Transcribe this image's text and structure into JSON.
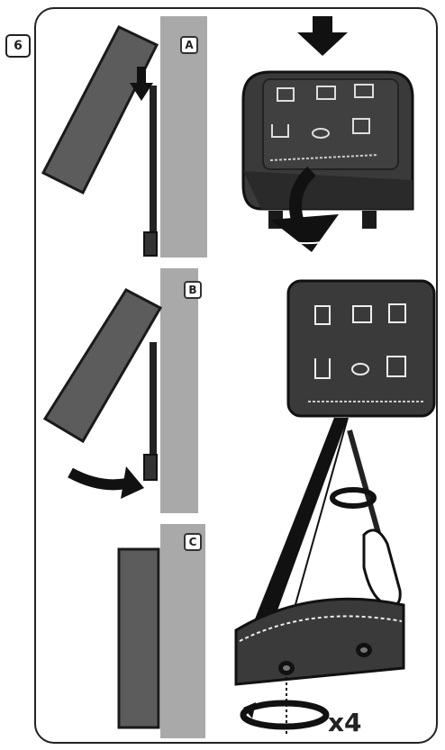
{
  "step_number": "6",
  "panels": [
    {
      "label": "A"
    },
    {
      "label": "B"
    },
    {
      "label": "C"
    }
  ],
  "screw_count_label": "x4",
  "colors": {
    "panel_fill": "#5c5c5c",
    "wall_fill": "#a9a9a9",
    "outline": "#1a1a1a",
    "device_body": "#3a3a3a",
    "arrow": "#111111"
  }
}
